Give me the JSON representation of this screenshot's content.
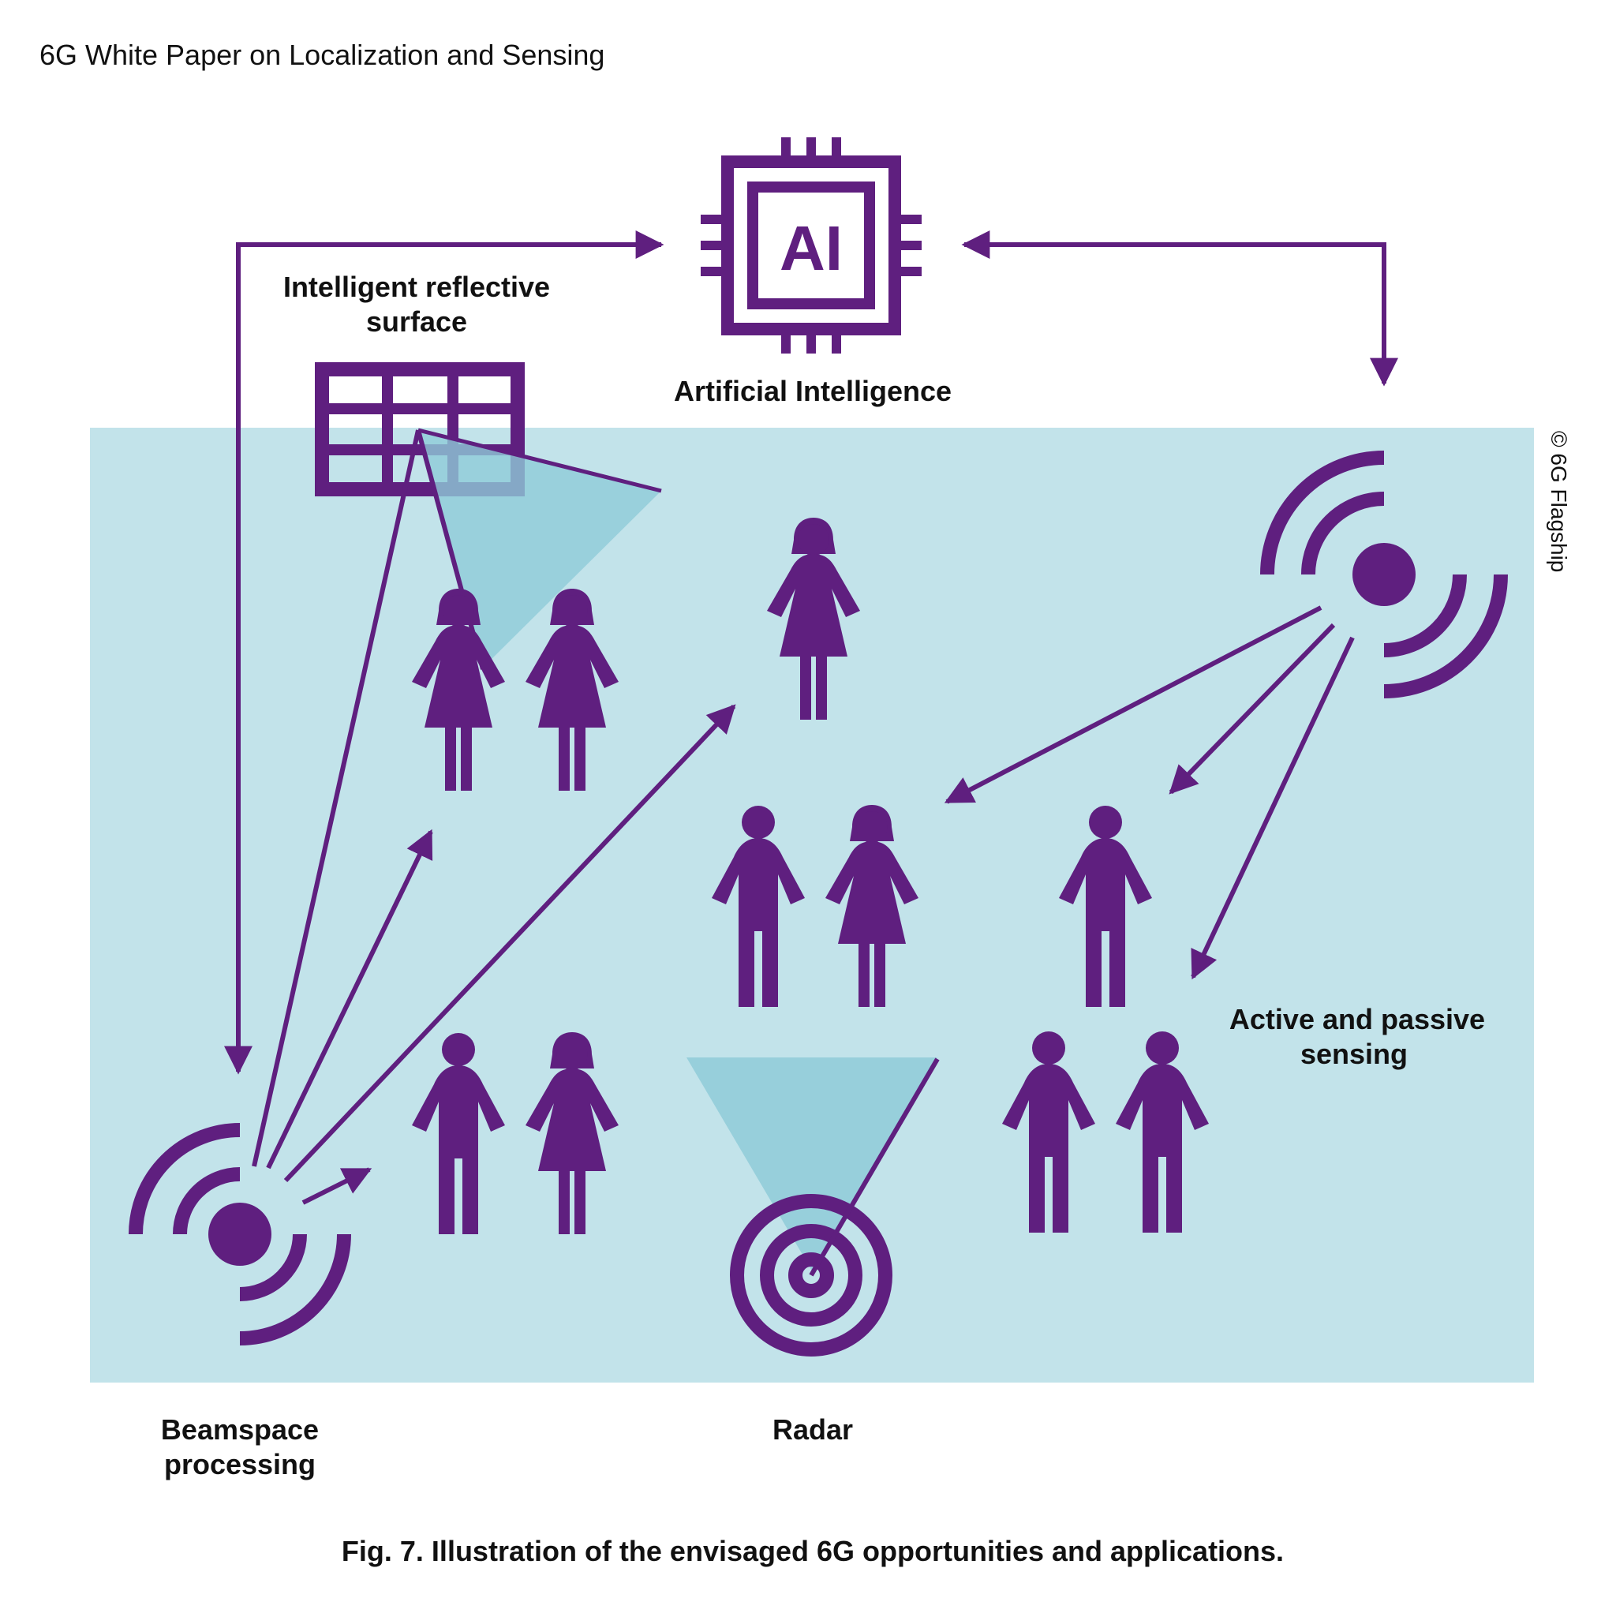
{
  "header": {
    "title": "6G White Paper on Localization and Sensing"
  },
  "labels": {
    "ai_chip_text": "AI",
    "artificial_intelligence": "Artificial Intelligence",
    "irs_line1": "Intelligent reflective",
    "irs_line2": "surface",
    "sensing_line1": "Active and passive",
    "sensing_line2": "sensing",
    "beamspace_line1": "Beamspace",
    "beamspace_line2": "processing",
    "radar": "Radar"
  },
  "copyright": "© 6G Flagship",
  "caption": "Fig. 7. Illustration of the envisaged 6G opportunities and applications.",
  "colors": {
    "purple": "#5f1f7f",
    "panel_blue": "#c2e3ea",
    "beam_blue": "#8fcbd8",
    "text": "#111111"
  },
  "icons": [
    "ai-chip-icon",
    "grid-surface-icon",
    "antenna-signal-icon",
    "radar-target-icon",
    "person-male-icon",
    "person-female-icon"
  ]
}
